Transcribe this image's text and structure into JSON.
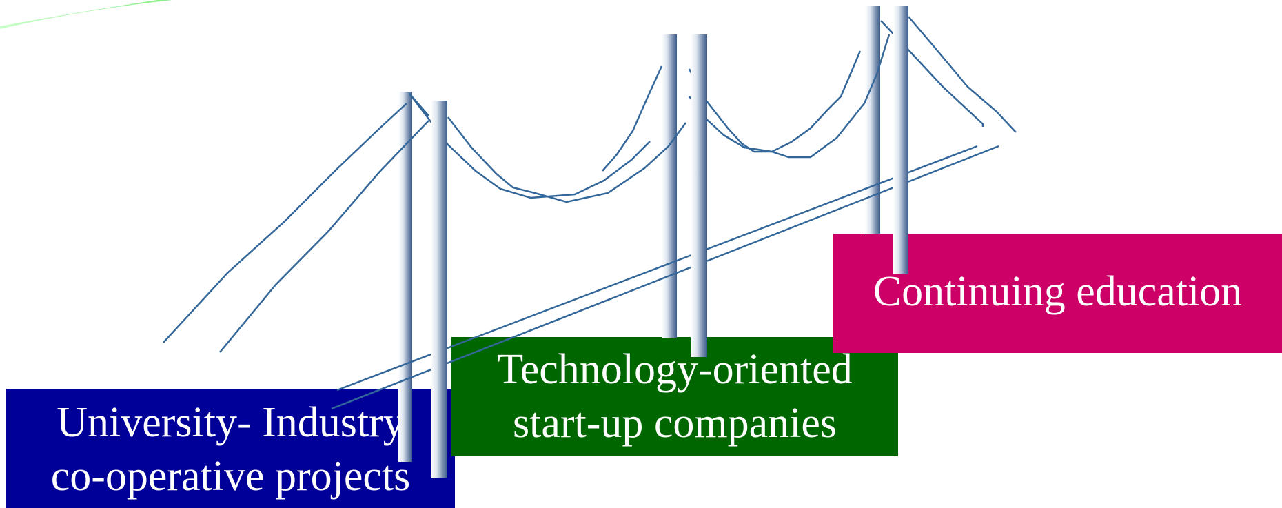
{
  "colors": {
    "university_box": "#000099",
    "technology_box": "#006600",
    "continuing_box": "#cc0066",
    "cable": "#336699",
    "text": "#ffffff",
    "corner_accent": "#99ff99"
  },
  "boxes": {
    "university": {
      "line1": "University- Industry",
      "line2": "co-operative projects"
    },
    "technology": {
      "line1": "Technology-oriented",
      "line2": "start-up companies"
    },
    "continuing": {
      "line1": "Continuing education"
    }
  },
  "icons": {
    "bridge": "suspension-bridge-graphic",
    "corner": "green-swoosh"
  }
}
